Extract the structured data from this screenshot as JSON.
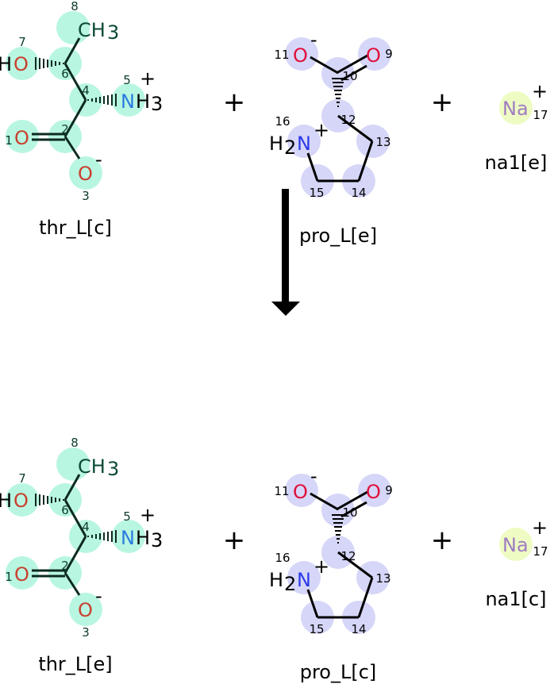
{
  "reaction": {
    "reactants": [
      "thr_L[c]",
      "pro_L[e]",
      "na1[e]"
    ],
    "products": [
      "thr_L[e]",
      "pro_L[c]",
      "na1[c]"
    ],
    "plus": "+"
  },
  "threonine": {
    "labels": {
      "CH": "CH",
      "H": "H",
      "O": "O",
      "N": "N",
      "sub3": "3",
      "charge_plus": "+",
      "charge_minus": "-"
    },
    "atom_numbers": [
      "1",
      "2",
      "3",
      "4",
      "5",
      "6",
      "7",
      "8"
    ]
  },
  "proline": {
    "labels": {
      "O": "O",
      "H": "H",
      "N": "N",
      "sub2": "2",
      "charge_plus": "+",
      "charge_minus": "-"
    },
    "atom_numbers": [
      "9",
      "10",
      "11",
      "12",
      "13",
      "14",
      "15",
      "16"
    ]
  },
  "sodium": {
    "label": "Na",
    "charge": "+",
    "atom_number": "17"
  },
  "colors": {
    "thr_highlight": "#b8f6e1",
    "pro_highlight": "#d6d6f8",
    "na_highlight": "#eefcc4",
    "oxygen_thr": "#c8402e",
    "oxygen_pro": "#e0103a",
    "nitrogen": "#2a7ae0",
    "sodium": "#a07cc0"
  }
}
